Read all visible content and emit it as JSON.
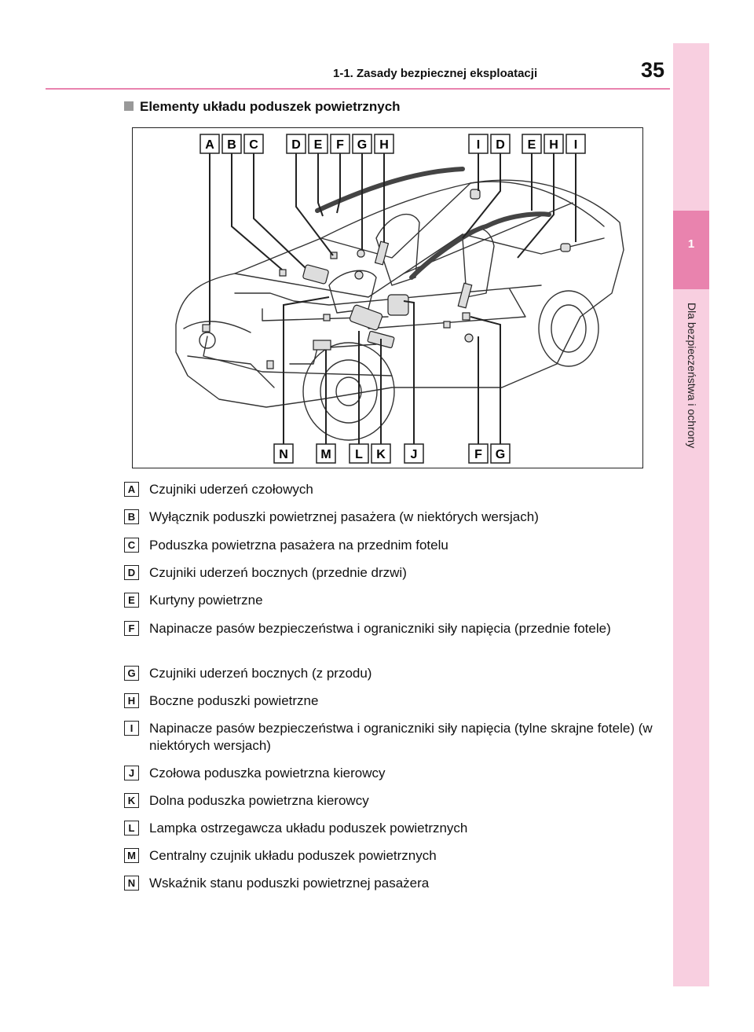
{
  "header": {
    "chapter_title": "1-1. Zasady bezpiecznej eksploatacji",
    "page_number": "35"
  },
  "sidebar": {
    "tab_number": "1",
    "chapter_label": "Dla bezpieczeństwa i ochrony"
  },
  "section_title": "Elementy układu poduszek powietrznych",
  "figure": {
    "top_labels": [
      "A",
      "B",
      "C",
      "D",
      "E",
      "F",
      "G",
      "H",
      "I",
      "D",
      "E",
      "H",
      "I"
    ],
    "bottom_labels": [
      "N",
      "M",
      "L",
      "K",
      "J",
      "F",
      "G"
    ]
  },
  "items": [
    {
      "letter": "A",
      "text": "Czujniki uderzeń czołowych"
    },
    {
      "letter": "B",
      "text": "Wyłącznik poduszki powietrznej pasażera (w niektórych wersjach)"
    },
    {
      "letter": "C",
      "text": "Poduszka powietrzna pasażera na przednim fotelu"
    },
    {
      "letter": "D",
      "text": "Czujniki uderzeń bocznych (przednie drzwi)"
    },
    {
      "letter": "E",
      "text": "Kurtyny powietrzne"
    },
    {
      "letter": "F",
      "text": "Napinacze pasów bezpieczeństwa i ograniczniki siły napięcia (przednie fotele)"
    },
    {
      "letter": "G",
      "text": "Czujniki uderzeń bocznych (z przodu)"
    },
    {
      "letter": "H",
      "text": "Boczne poduszki powietrzne"
    },
    {
      "letter": "I",
      "text": "Napinacze pasów bezpieczeństwa i ograniczniki siły napięcia (tylne skrajne fotele) (w niektórych wersjach)"
    },
    {
      "letter": "J",
      "text": "Czołowa poduszka powietrzna kierowcy"
    },
    {
      "letter": "K",
      "text": "Dolna poduszka powietrzna kierowcy"
    },
    {
      "letter": "L",
      "text": "Lampka ostrzegawcza układu poduszek powietrznych"
    },
    {
      "letter": "M",
      "text": "Centralny czujnik układu poduszek powietrznych"
    },
    {
      "letter": "N",
      "text": "Wskaźnik stanu poduszki powietrznej pasażera"
    }
  ]
}
